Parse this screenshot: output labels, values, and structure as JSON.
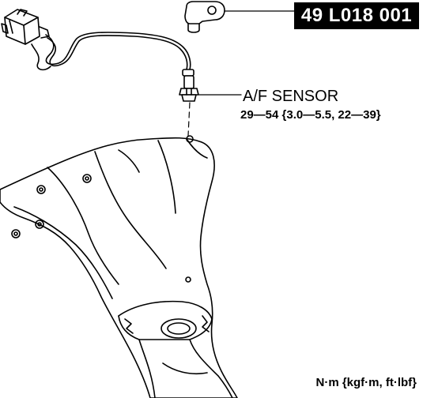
{
  "callouts": {
    "tool_number": "49 L018 001",
    "part_name": "A/F SENSOR",
    "torque_spec": "29—54 {3.0—5.5, 22—39}"
  },
  "footer": {
    "torque_units": "N·m {kgf·m, ft·lbf}"
  },
  "icons": {
    "tool": "sst-socket-icon",
    "connector": "electrical-connector-icon",
    "sensor": "af-sensor-icon",
    "manifold": "exhaust-manifold-icon"
  }
}
